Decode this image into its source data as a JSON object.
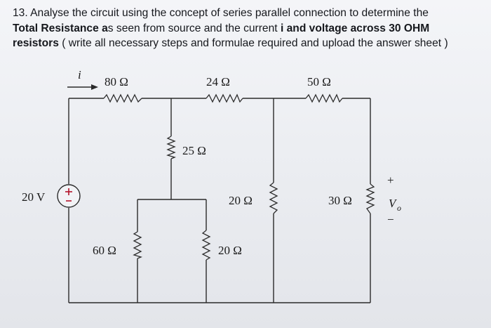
{
  "question": {
    "line1": "13. Analyse the circuit using  the concept of series parallel connection to determine the",
    "line2_bold_a": "Total Resistance a",
    "line2_plain": "s seen from source and the current ",
    "line2_bold_b": "i and voltage across 30 OHM",
    "line3_bold": "resistors",
    "line3_plain": " ( write all necessary steps and formulae required and upload the answer sheet )"
  },
  "circuit": {
    "current_label": "i",
    "source_label": "20 V",
    "source_plus": "+",
    "source_minus": "−",
    "r_top_left": "80 Ω",
    "r_top_mid": "24 Ω",
    "r_top_right": "50 Ω",
    "r_vertical_25": "25 Ω",
    "r_vertical_60": "60 Ω",
    "r_vertical_20a": "20 Ω",
    "r_vertical_20b": "20 Ω",
    "r_vertical_30": "30 Ω",
    "vo_plus": "+",
    "vo_label": "V",
    "vo_sub": "o",
    "vo_minus": "−"
  },
  "colors": {
    "text": "#16181d",
    "wire": "#2a2a2a",
    "source_sign": "#b3132b"
  }
}
